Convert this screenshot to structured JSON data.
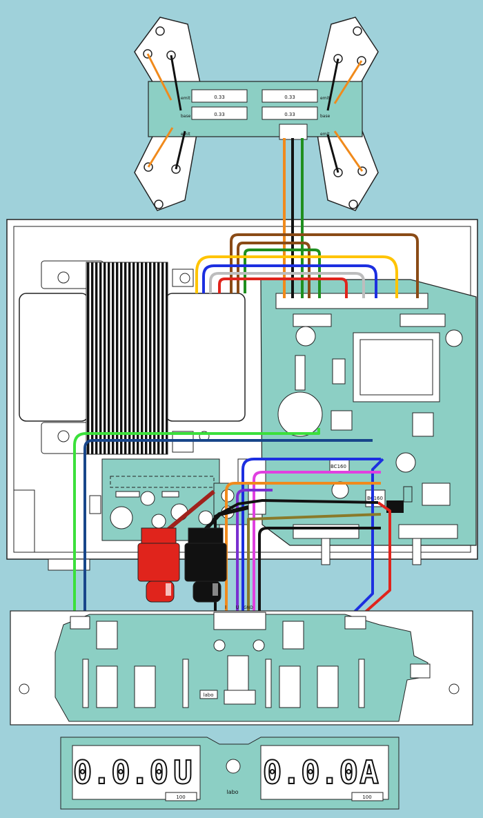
{
  "heatsink": {
    "resistor_labels": [
      "0.33",
      "0.33",
      "0.33",
      "0.33"
    ],
    "pin_labels": [
      "emit",
      "base",
      "emit",
      "emit",
      "base",
      "emit"
    ]
  },
  "main_board": {
    "ic_labels": [
      "BC160",
      "BC160"
    ]
  },
  "connector_labels": [
    "I",
    "U",
    "GND",
    "P"
  ],
  "front_board": {
    "brand": "labo"
  },
  "display": {
    "voltage_digits": "0.0.0",
    "voltage_unit": "U",
    "current_digits": "0.0.0",
    "current_unit": "A",
    "brand": "labo",
    "trim_labels": [
      "100",
      "100"
    ]
  },
  "wire_colors": {
    "orange": "#f08a1c",
    "black": "#111111",
    "green": "#1f8f1f",
    "lime": "#3be03b",
    "brown": "#8a4b16",
    "yellow": "#ffc400",
    "blue": "#1c2fe0",
    "navy": "#18468a",
    "red": "#e0241c",
    "gray": "#bdbdbd",
    "magenta": "#e040e0",
    "purple": "#7a2fd0",
    "olive": "#8a7a2a"
  },
  "pcb_color": "#8ccfc4"
}
